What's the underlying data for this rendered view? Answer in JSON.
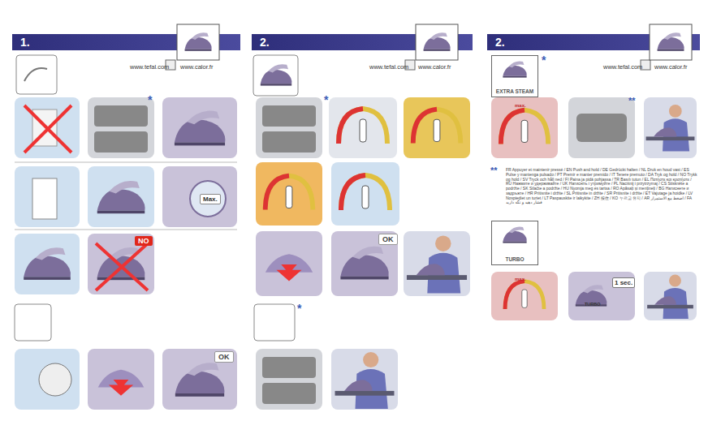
{
  "diagram": {
    "nodes": [
      {
        "text": [
          "1."
        ]
      },
      {
        "text": [
          "2."
        ]
      },
      {
        "text": [
          "2."
        ]
      },
      {
        "text": [
          "EXTRA STEAM"
        ]
      },
      {
        "text": [
          "TURBO"
        ]
      }
    ],
    "labels": [
      "www.tefal.com",
      "www.calor.fr",
      "*",
      "Max.",
      "NO",
      "OK",
      "www.tefal.com",
      "www.calor.fr",
      "*",
      "OK",
      "*",
      "www.tefal.com",
      "www.calor.fr",
      "*",
      "max.",
      "**",
      "**",
      "FR Appuyer et maintenir pressé / EN Push and hold / DE Gedrückt halten / NL Druk en houd vast / ES Pulse y mantenga pulsado / PT Premir e manter premido / IT Tenere premuto / DA Tryk og hold / NO Trykk og hold / SV Tryck och håll ned / FI Paina ja pidä pohjassa / TR Basılı tutun / EL Πατήστε και κρατήστε / RU Нажмите и удерживайте / UK Натисніть і утримуйте / PL Naciśnij i przytrzymaj / CS Stiskněte a podržte / SK Stlačte a podržte / HU Nyomja meg és tartsa / RO Apăsați și mențineți / BG Натиснете и задръжте / HR Pritisnite i držite / SL Pritisnite in držite / SR Pritisnite i držite / ET Vajutage ja hoidke / LV Nospiediet un turiet / LT Paspauskite ir laikykite / ZH 按住 / KO 누르고 유지 / AR اضغط مع الاستمرار / FA فشار دهید و نگه دارید",
      "max.",
      "TURBO",
      "1 sec."
    ]
  }
}
